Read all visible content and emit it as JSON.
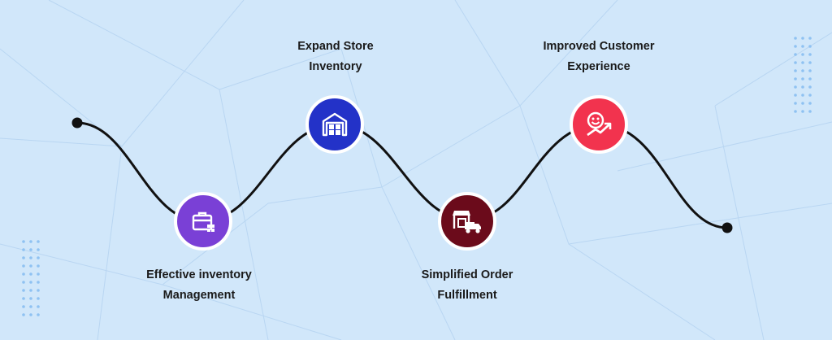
{
  "colors": {
    "background": "#d1e7fa",
    "curve": "#111111",
    "step_1": "#7a40d6",
    "step_2": "#2332c8",
    "step_3": "#6b0b1b",
    "step_4": "#f2334e",
    "dot_grid": "#8fc2f2"
  },
  "steps": [
    {
      "title_line1": "Effective inventory",
      "title_line2": "Management",
      "icon": "briefcase-grid-icon"
    },
    {
      "title_line1": "Expand Store",
      "title_line2": "Inventory",
      "icon": "warehouse-boxes-icon"
    },
    {
      "title_line1": "Simplified Order",
      "title_line2": "Fulfillment",
      "icon": "store-delivery-truck-icon"
    },
    {
      "title_line1": "Improved Customer",
      "title_line2": "Experience",
      "icon": "smiley-growth-arrow-icon"
    }
  ]
}
